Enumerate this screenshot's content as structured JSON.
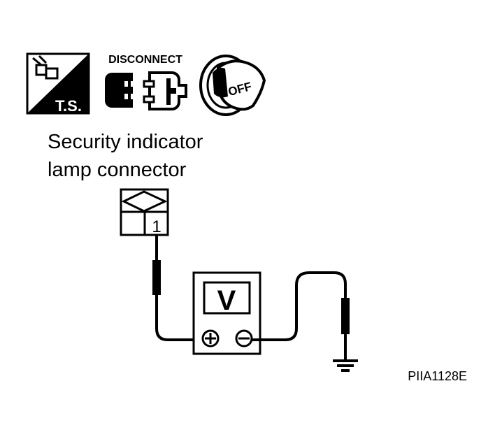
{
  "icons": {
    "ts_icon": {
      "label": "T.S."
    },
    "disconnect_icon": {
      "label": "DISCONNECT"
    },
    "ignition_icon": {
      "label": "OFF"
    }
  },
  "connector": {
    "title_line1": "Security indicator",
    "title_line2": "lamp connector",
    "terminal": "1"
  },
  "meter": {
    "symbol": "V"
  },
  "figure_id": "PIIA1128E"
}
